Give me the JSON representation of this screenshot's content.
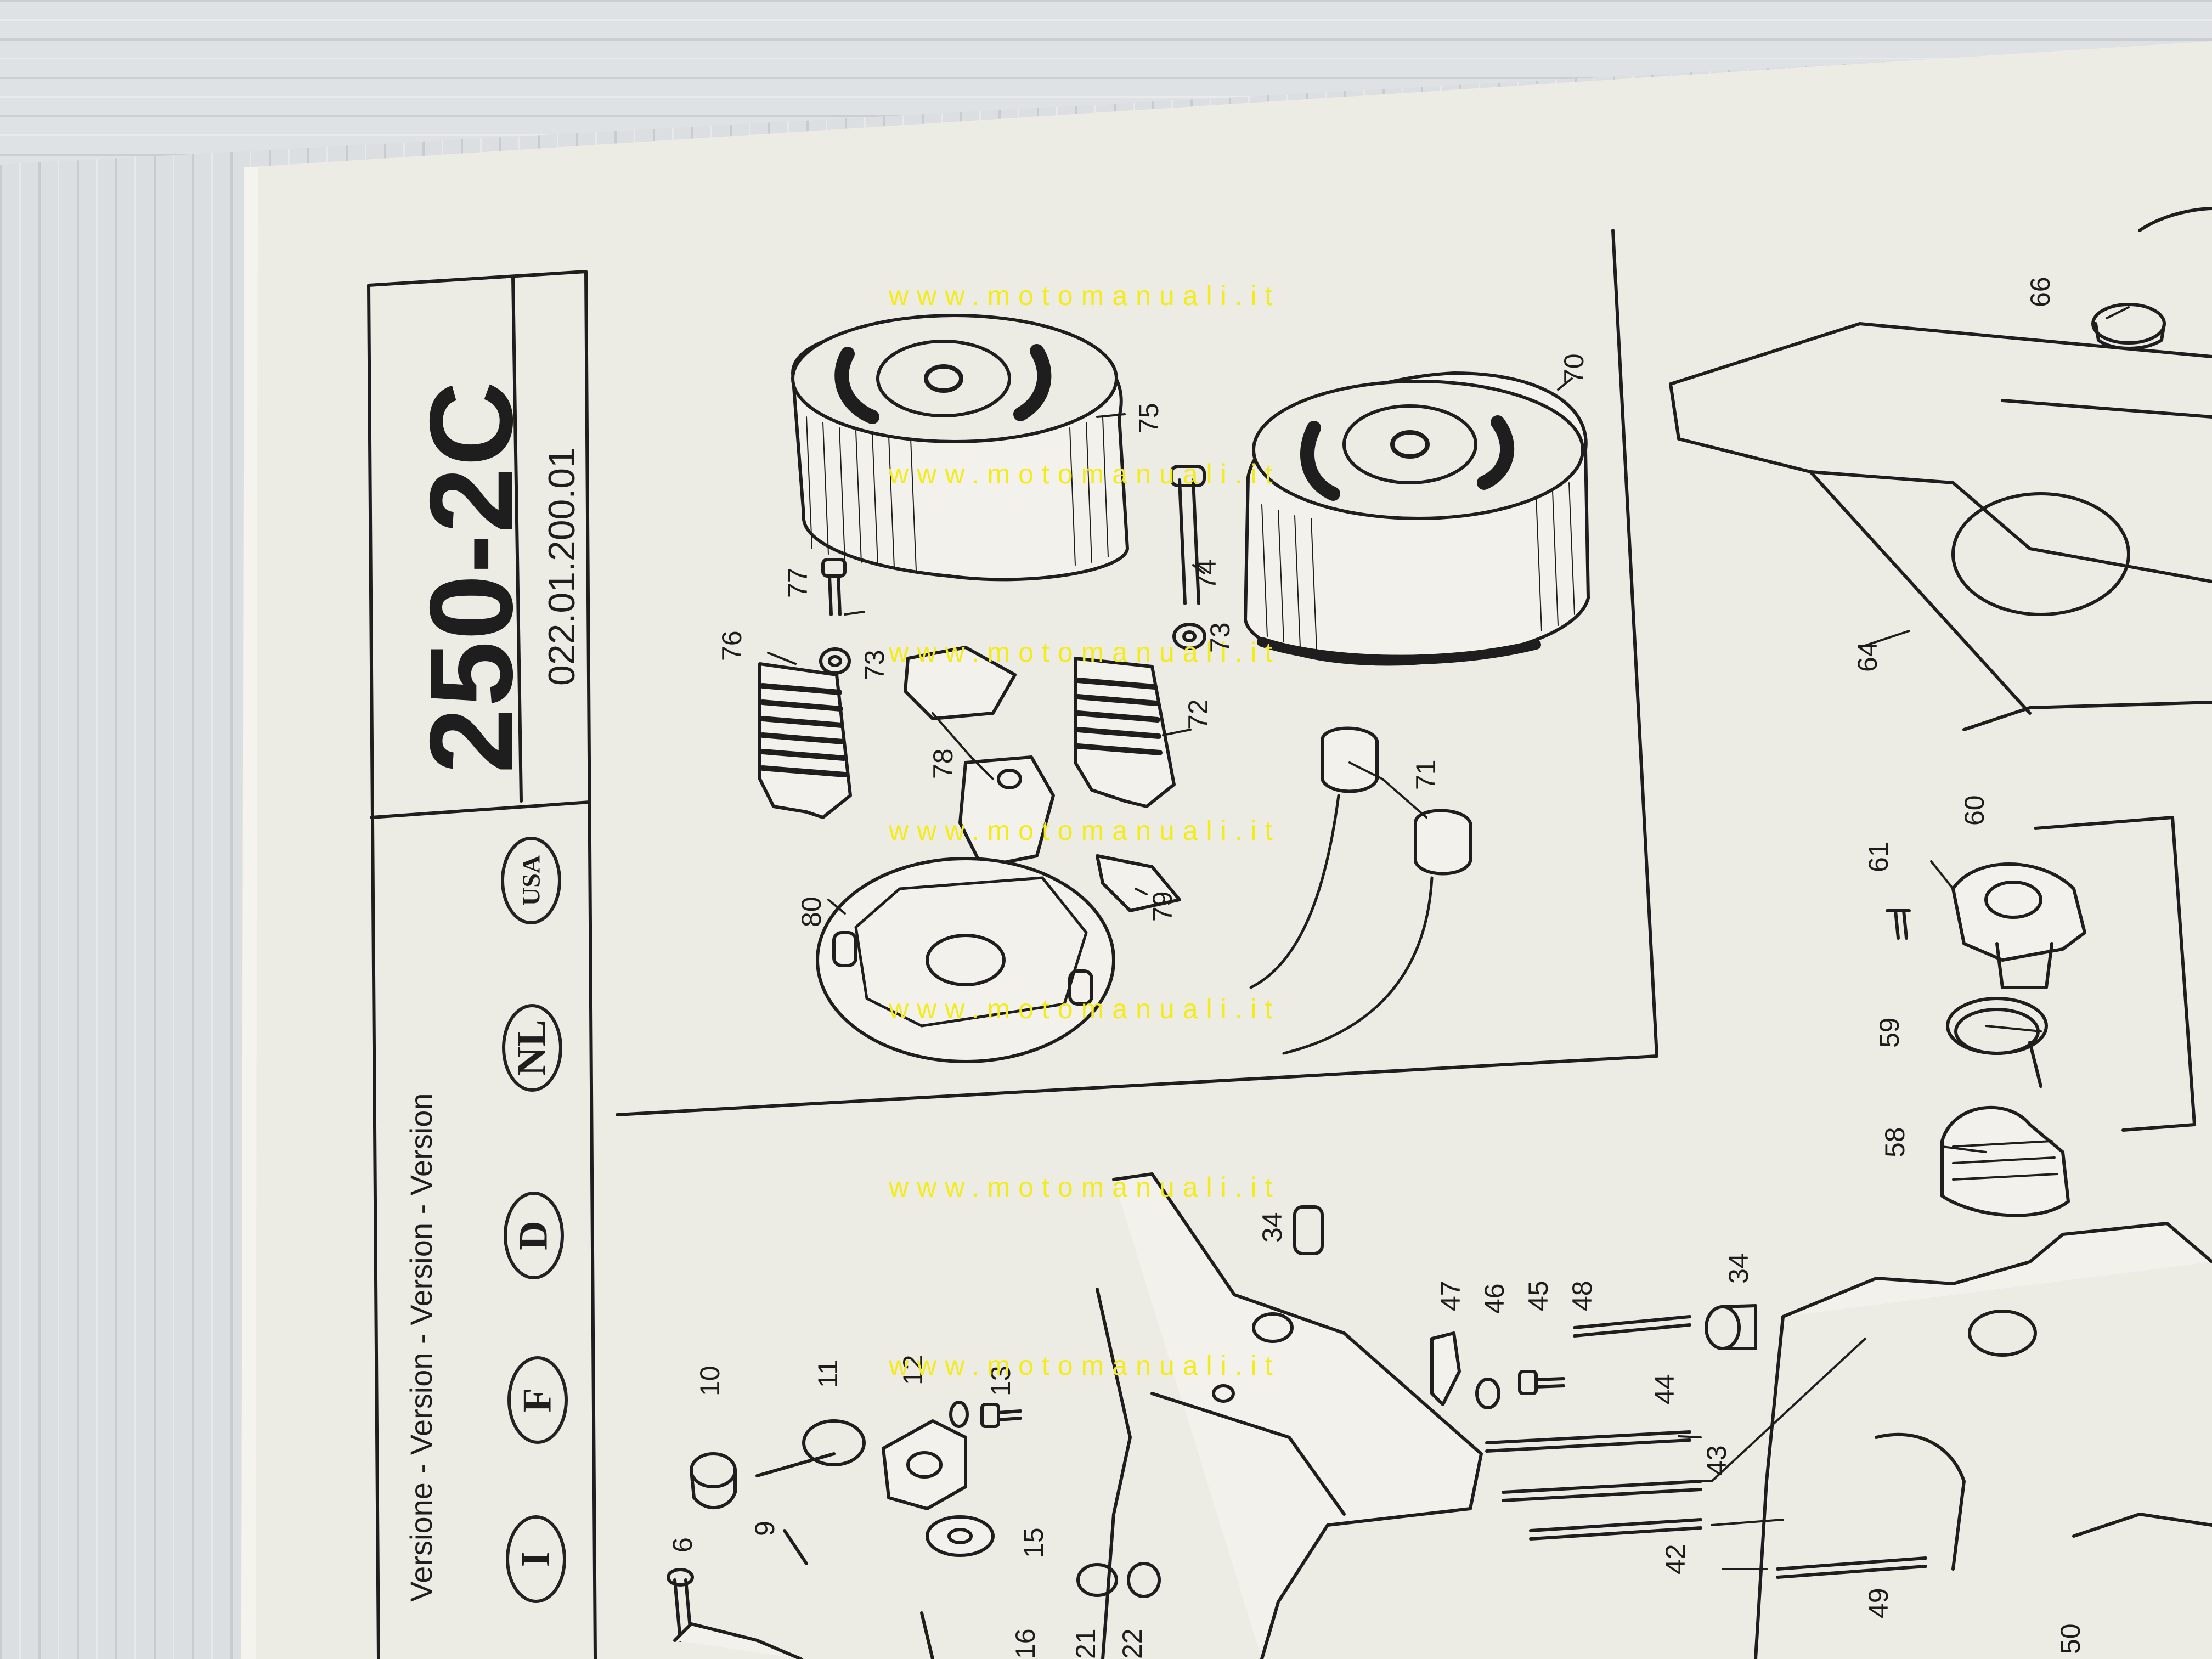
{
  "title_block": {
    "model": "250-2C",
    "code": "022.01.200.01",
    "version_label": "Versione - Version - Version - Version",
    "countries": [
      "I",
      "F",
      "D",
      "NL",
      "USA"
    ]
  },
  "watermark": {
    "text": "www.motomanuali.it",
    "color": "#f3ec1a"
  },
  "part_labels": {
    "p80": "80",
    "p79": "79",
    "p78": "78",
    "p77": "77",
    "p76": "76",
    "p75": "75",
    "p74": "74",
    "p73a": "73",
    "p73b": "73",
    "p72": "72",
    "p71": "71",
    "p70": "70",
    "p66": "66",
    "p64": "64",
    "p61": "61",
    "p60": "60",
    "p59": "59",
    "p58": "58",
    "p49": "49",
    "p48": "48",
    "p47": "47",
    "p46": "46",
    "p45": "45",
    "p44": "44",
    "p43": "43",
    "p42": "42",
    "p34a": "34",
    "p34b": "34",
    "p22": "22",
    "p21": "21",
    "p16": "16",
    "p15": "15",
    "p13": "13",
    "p12": "12",
    "p11": "11",
    "p10": "10",
    "p9": "9",
    "p6": "6",
    "p50": "50"
  }
}
